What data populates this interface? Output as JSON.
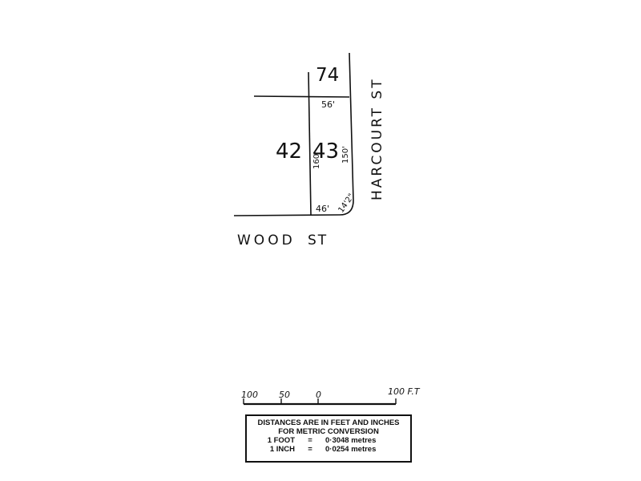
{
  "map": {
    "lots": {
      "lot_74": "74",
      "lot_42": "42",
      "lot_43": "43"
    },
    "dimensions": {
      "top": "56'",
      "bottom": "46'",
      "west": "160'",
      "east": "150'",
      "corner": "14'2\""
    },
    "streets": {
      "wood": "WOOD",
      "wood_suffix": "ST",
      "harcourt": "HARCOURT ST"
    },
    "scale_bar": {
      "left": "100",
      "mid": "50",
      "zero": "0",
      "right": "100 F.T"
    }
  },
  "legend": {
    "line1": "DISTANCES ARE IN FEET AND INCHES",
    "line2": "FOR METRIC CONVERSION",
    "rows": [
      {
        "unit": "1 FOOT",
        "eq": "=",
        "value": "0·3048 metres"
      },
      {
        "unit": "1 INCH",
        "eq": "=",
        "value": "0·0254 metres"
      }
    ]
  }
}
